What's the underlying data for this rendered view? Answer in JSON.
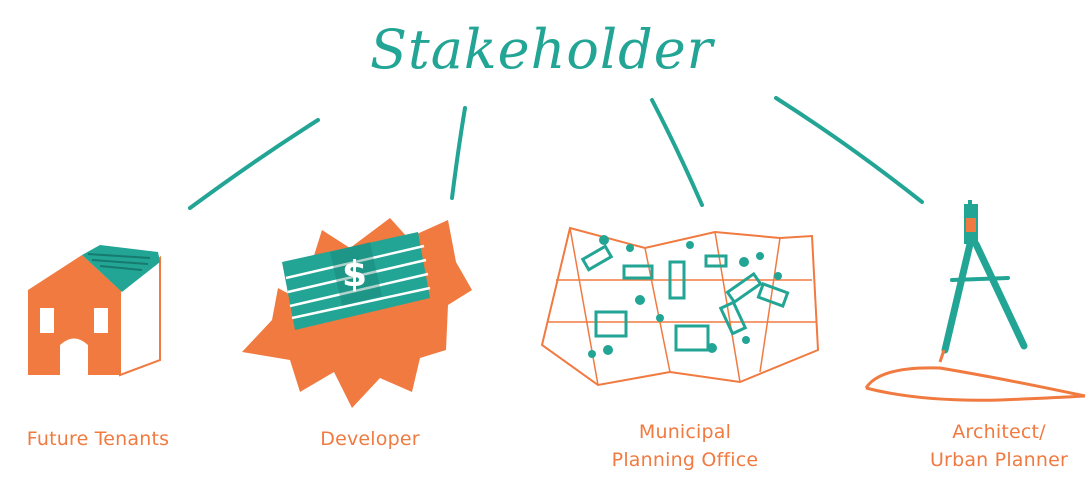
{
  "title": "Stakeholder",
  "colors": {
    "teal": "#22a595",
    "orange": "#f07a40",
    "dark_teal": "#167a6e"
  },
  "stakeholders": [
    {
      "label": "Future Tenants",
      "icon": "house-icon"
    },
    {
      "label": "Developer",
      "icon": "money-stack-icon"
    },
    {
      "label_line1": "Municipal",
      "label_line2": "Planning Office",
      "icon": "city-map-icon"
    },
    {
      "label_line1": "Architect/",
      "label_line2": "Urban Planner",
      "icon": "drafting-compass-icon"
    }
  ]
}
